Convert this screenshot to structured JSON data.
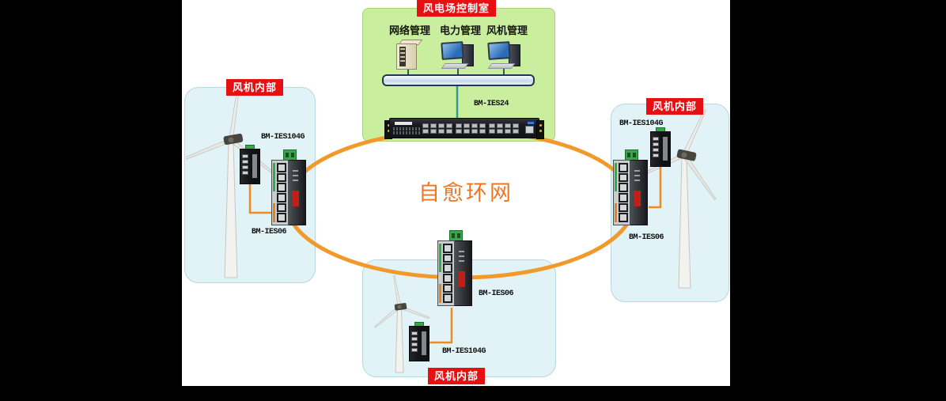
{
  "ring": {
    "label": "自愈环网"
  },
  "control_room": {
    "title": "风电场控制室",
    "stations": [
      "网络管理",
      "电力管理",
      "风机管理"
    ],
    "core_switch": "BM-IES24"
  },
  "panels": {
    "left": {
      "title": "风机内部",
      "converter": "BM-IES104G",
      "switch": "BM-IES06"
    },
    "right": {
      "title": "风机内部",
      "converter": "BM-IES104G",
      "switch": "BM-IES06"
    },
    "bottom": {
      "title": "风机内部",
      "converter": "BM-IES104G",
      "switch": "BM-IES06"
    }
  },
  "colors": {
    "ring_orange": "#F2992B",
    "cable_orange": "#F08C1E",
    "label_red": "#E60F12",
    "panel_blue": "#E1F3F7",
    "panel_green": "#C9EE9E",
    "teal_link": "#2D9E8F",
    "ring_text": "#EE7522",
    "background_black": "#000000"
  }
}
